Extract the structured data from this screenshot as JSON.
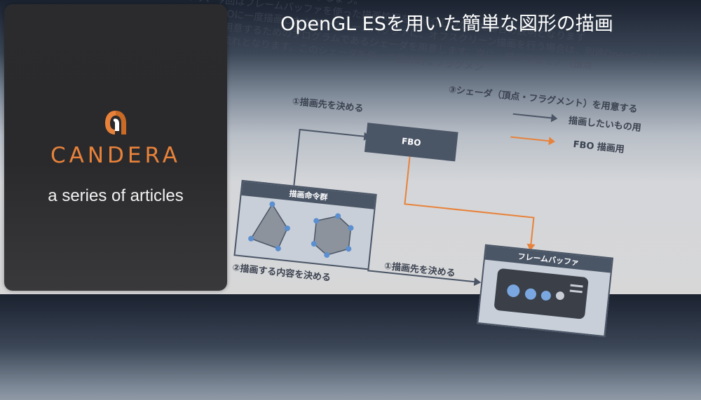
{
  "header": {
    "title": "OpenGL ESを用いた簡単な図形の描画"
  },
  "card": {
    "brand": "CANDERA",
    "tagline": "a series of articles",
    "logo_icon": "candera-logo-icon",
    "accent_color": "#e8823a"
  },
  "document": {
    "lines": [
      "これまでの知識をおさらいしましょう。",
      "まず、今回はフレームバッファを使った描画処理をご紹介しつなげた場合の説明となります",
      "あり、FBOに一度描画したものをフレームバッファに、オフスクリーン描画を行う場合は、別途OpenGL ES",
      "の描画を用意するためのプログラムであるシェーダを用意します。次に、描画するモノ（頂点",
      "が描画の流れとなります。このシェーダを使って最終的なフラグメン"
    ]
  },
  "diagram": {
    "step1_top": "①描画先を決める",
    "step1_bottom": "①描画先を決める",
    "step2": "②描画する内容を決める",
    "step3": "③シェーダ（頂点・フラグメント）を用意する",
    "fbo_label": "FBO",
    "commands_label": "描画命令群",
    "framebuffer_label": "フレームバッファ",
    "legend": [
      {
        "label": "描画したいもの用",
        "color": "#4a5566"
      },
      {
        "label": "FBO 描画用",
        "color": "#e8823a"
      }
    ]
  }
}
